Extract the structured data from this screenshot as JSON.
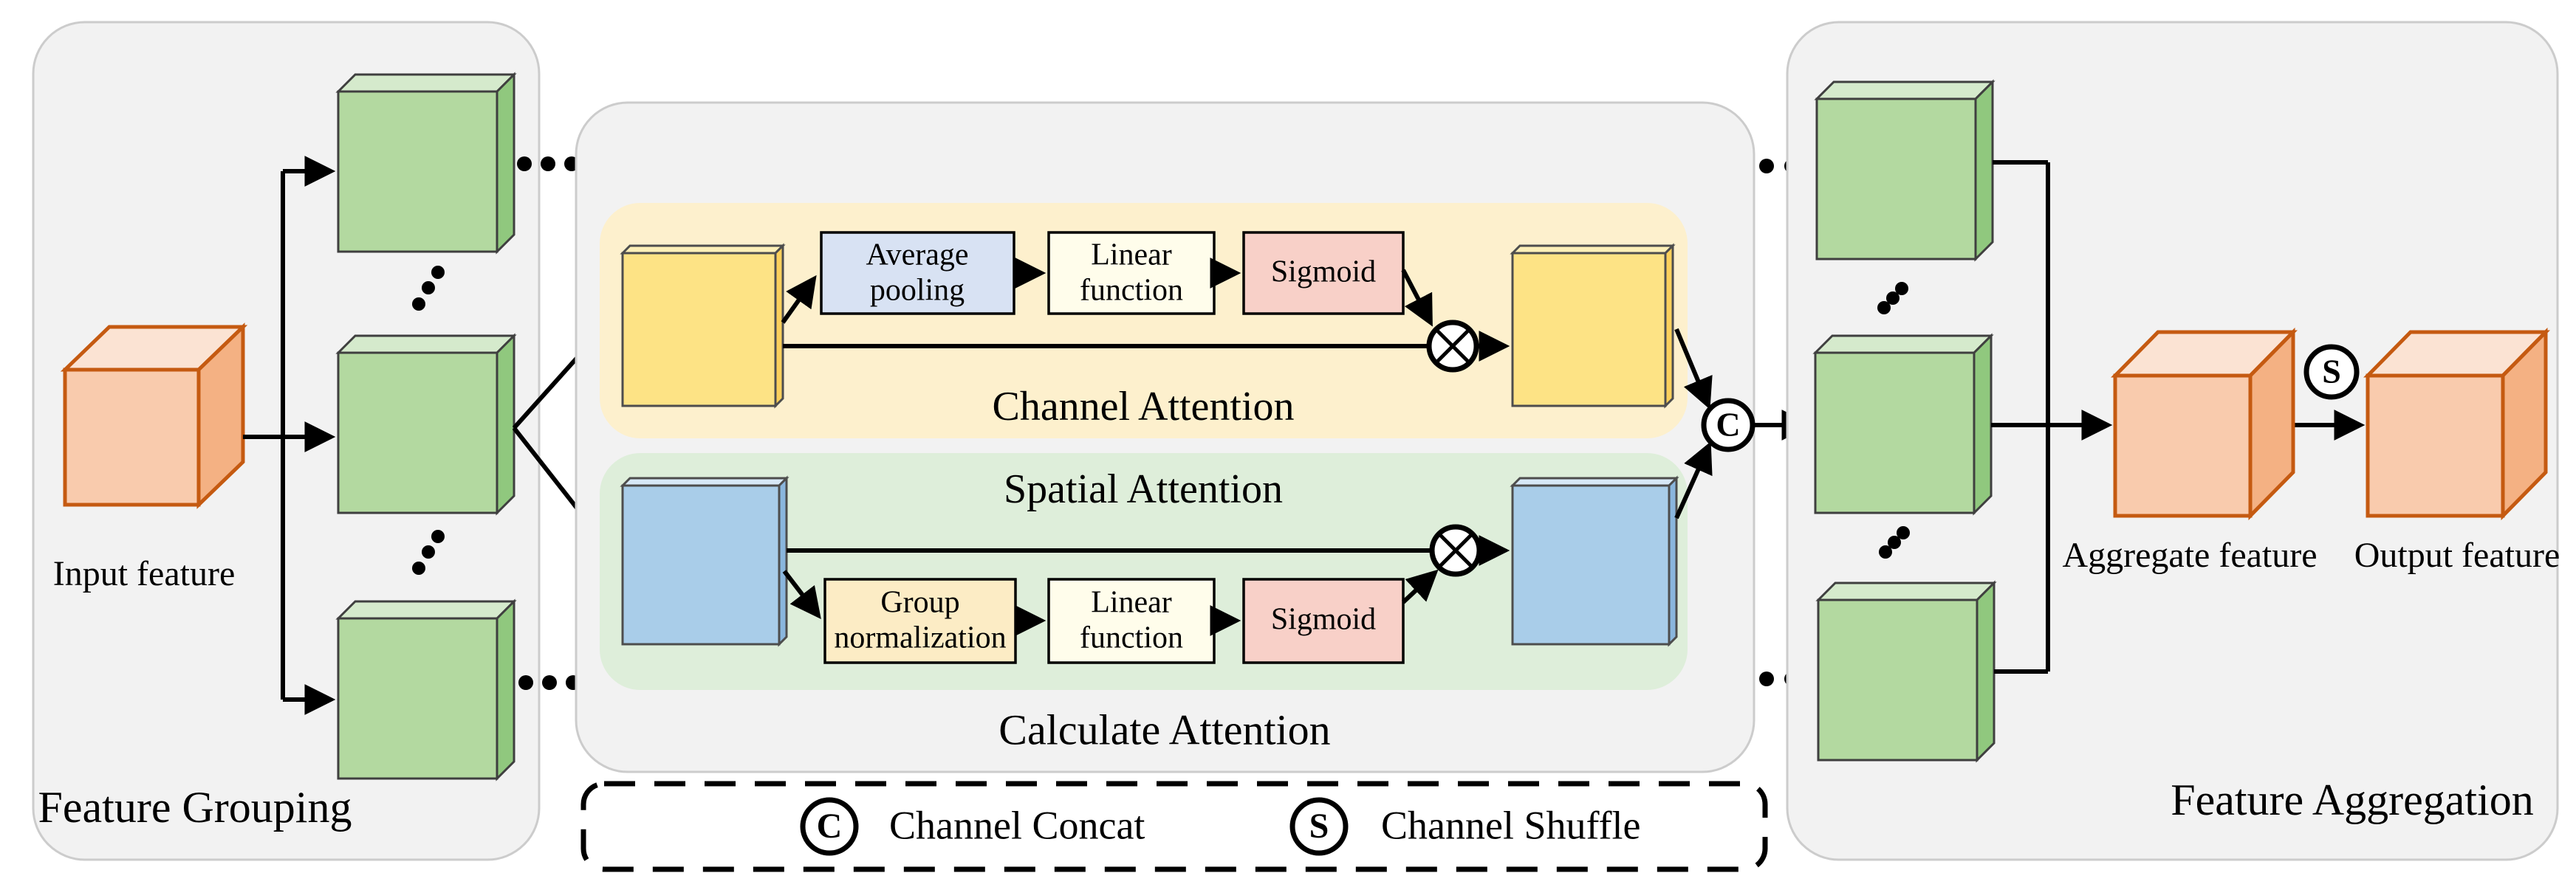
{
  "diagram": {
    "feature_grouping": {
      "title": "Feature Grouping",
      "input_label": "Input feature"
    },
    "calculate_attention": {
      "title": "Calculate Attention",
      "channel_attention": {
        "title": "Channel Attention",
        "avg_pooling_line1": "Average",
        "avg_pooling_line2": "pooling",
        "linear_line1": "Linear",
        "linear_line2": "function",
        "sigmoid": "Sigmoid"
      },
      "spatial_attention": {
        "title": "Spatial Attention",
        "group_norm_line1": "Group",
        "group_norm_line2": "normalization",
        "linear_line1": "Linear",
        "linear_line2": "function",
        "sigmoid": "Sigmoid"
      }
    },
    "feature_aggregation": {
      "title": "Feature Aggregation",
      "aggregate_label": "Aggregate feature",
      "output_label": "Output feature"
    },
    "operators": {
      "concat": "C",
      "shuffle": "S",
      "multiply": "⊗"
    },
    "legend": {
      "concat_symbol": "C",
      "concat_label": "Channel Concat",
      "shuffle_symbol": "S",
      "shuffle_label": "Channel Shuffle"
    },
    "colors": {
      "panel_bg": "#f2f2f2",
      "panel_border": "#cccccc",
      "channel_bg": "#fdf0cd",
      "spatial_bg": "#deeeda",
      "group_cube": "#b3d9a0",
      "orange_cube": "#f9cbad",
      "orange_border": "#c55a11",
      "channel_slab": "#fde385",
      "spatial_slab": "#a9cde9",
      "avg_pool_box": "#d8e2f3",
      "linear_box": "#fffdeb",
      "sigmoid_box": "#f8d0c8",
      "group_norm_box": "#fcecc5"
    }
  }
}
